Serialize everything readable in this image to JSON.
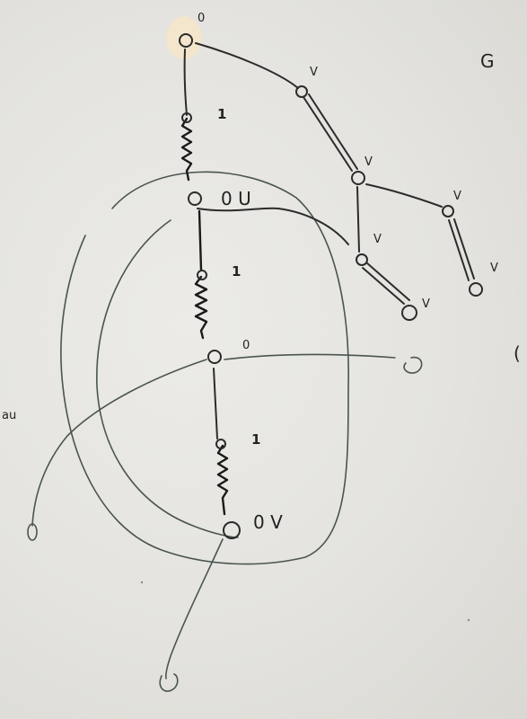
{
  "board": {
    "graph_label": "G",
    "graph_label_partial": "(",
    "margin_text": "au",
    "node_labels": {
      "root": "0",
      "u": "0 U",
      "mid": "0",
      "v": "0 V",
      "t1": "V",
      "t2": "V",
      "t3": "V",
      "t4": "V",
      "t5": "V",
      "t6": "V"
    },
    "edge_weights": {
      "e1": "1",
      "e2": "1",
      "e3": "1"
    }
  }
}
